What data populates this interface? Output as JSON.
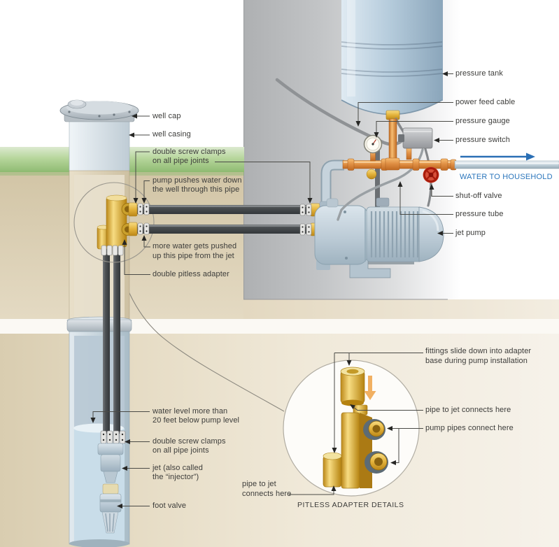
{
  "figure": {
    "subject": "domestic well water system with jet pump and double pitless adapter",
    "detail_caption": "PITLESS ADAPTER DETAILS"
  },
  "labels": {
    "well_cap": "well cap",
    "well_casing": "well casing",
    "screw_clamps_top": "double screw clamps\non all pipe joints",
    "pump_pushes": "pump pushes water down\nthe well through this pipe",
    "more_water": "more water gets pushed\nup this pipe from the jet",
    "double_pitless_adapter": "double pitless adapter",
    "water_level": "water level more than\n20 feet below pump level",
    "screw_clamps_bottom": "double screw clamps\non all pipe joints",
    "jet_injector": "jet (also called\nthe “injector”)",
    "foot_valve": "foot valve",
    "pressure_tank": "pressure tank",
    "power_feed_cable": "power feed cable",
    "pressure_gauge": "pressure gauge",
    "pressure_switch": "pressure switch",
    "water_to_household": "WATER TO HOUSEHOLD",
    "shut_off_valve": "shut-off valve",
    "pressure_tube": "pressure tube",
    "jet_pump": "jet pump",
    "fittings_slide": "fittings slide down into adapter\nbase during pump installation",
    "pipe_to_jet_right": "pipe to jet connects here",
    "pump_pipes_connect": "pump pipes connect here",
    "pipe_to_jet_left": "pipe to jet\nconnects here",
    "pitless_details": "PITLESS ADAPTER DETAILS"
  },
  "colors": {
    "label_text": "#3c3c3a",
    "household_text": "#2b76bc",
    "flow_arrow_blue": "#2a6fb5",
    "leader_line": "#4a4a46",
    "copper_pipe": "#e09045",
    "brass_gold": "#ddab2e",
    "steel_blue": "#c3d2dc",
    "dark_pipe": "#3c4043",
    "valve_red": "#c1271a",
    "grass_green": "#8fbb72",
    "soil_tan": "#d8ccae",
    "wall_gray": "#b0b2b4",
    "water_blue": "#c9dde9"
  }
}
